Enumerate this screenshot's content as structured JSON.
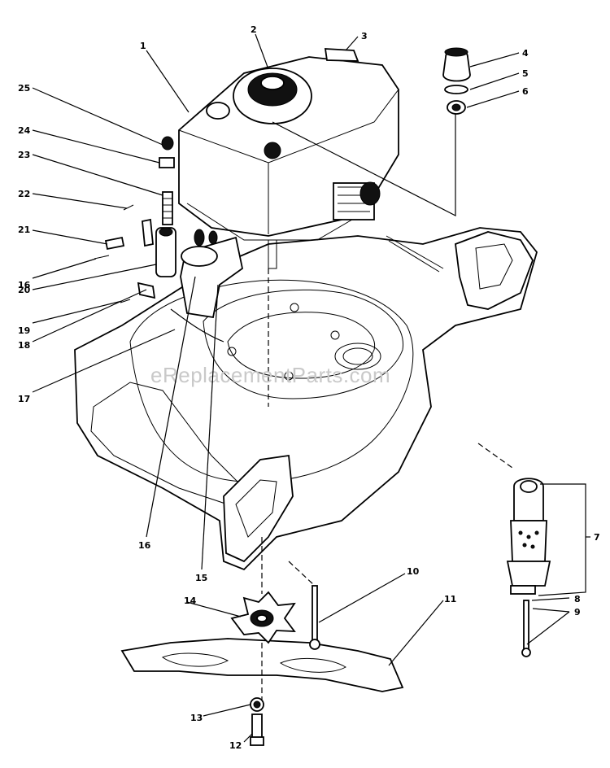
{
  "watermark": "eReplacementParts.com",
  "callouts": [
    {
      "id": "1",
      "text": "1"
    },
    {
      "id": "2",
      "text": "2"
    },
    {
      "id": "3",
      "text": "3"
    },
    {
      "id": "4",
      "text": "4"
    },
    {
      "id": "5",
      "text": "5"
    },
    {
      "id": "6",
      "text": "6"
    },
    {
      "id": "7",
      "text": "7"
    },
    {
      "id": "8",
      "text": "8"
    },
    {
      "id": "9",
      "text": "9"
    },
    {
      "id": "10",
      "text": "10"
    },
    {
      "id": "11",
      "text": "11"
    },
    {
      "id": "12",
      "text": "12"
    },
    {
      "id": "13",
      "text": "13"
    },
    {
      "id": "14",
      "text": "14"
    },
    {
      "id": "15",
      "text": "15"
    },
    {
      "id": "16a",
      "text": "16"
    },
    {
      "id": "16b",
      "text": "16"
    },
    {
      "id": "17",
      "text": "17"
    },
    {
      "id": "18",
      "text": "18"
    },
    {
      "id": "19",
      "text": "19"
    },
    {
      "id": "20",
      "text": "20"
    },
    {
      "id": "21",
      "text": "21"
    },
    {
      "id": "22",
      "text": "22"
    },
    {
      "id": "23",
      "text": "23"
    },
    {
      "id": "24",
      "text": "24"
    },
    {
      "id": "25",
      "text": "25"
    }
  ]
}
